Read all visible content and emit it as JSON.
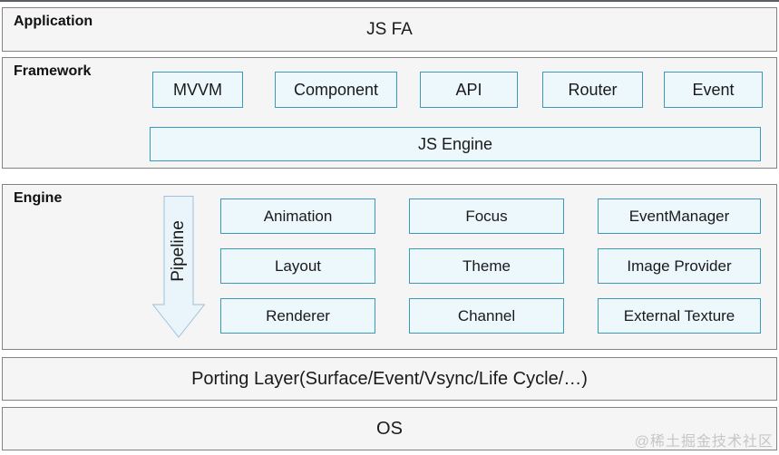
{
  "application": {
    "label": "Application",
    "content": "JS FA"
  },
  "framework": {
    "label": "Framework",
    "modules": [
      "MVVM",
      "Component",
      "API",
      "Router",
      "Event"
    ],
    "engine_box": "JS Engine"
  },
  "engine": {
    "label": "Engine",
    "pipeline": "Pipeline",
    "cells": [
      "Animation",
      "Focus",
      "EventManager",
      "Layout",
      "Theme",
      "Image Provider",
      "Renderer",
      "Channel",
      "External Texture"
    ]
  },
  "porting_layer": {
    "label": "Porting Layer(Surface/Event/Vsync/Life Cycle/…)"
  },
  "os": {
    "label": "OS"
  },
  "watermark": {
    "text": "@稀土掘金技术社区"
  },
  "colors": {
    "band_background": "#f5f5f5",
    "band_border": "#828282",
    "box_background": "#ecf8fc",
    "box_border": "#3a99bd",
    "arrow_fill": "#e9f4fb",
    "arrow_border": "#9fc0d8",
    "text": "#1a1a1a",
    "watermark": "#c6c6c6",
    "top_line": "#5a6065"
  }
}
